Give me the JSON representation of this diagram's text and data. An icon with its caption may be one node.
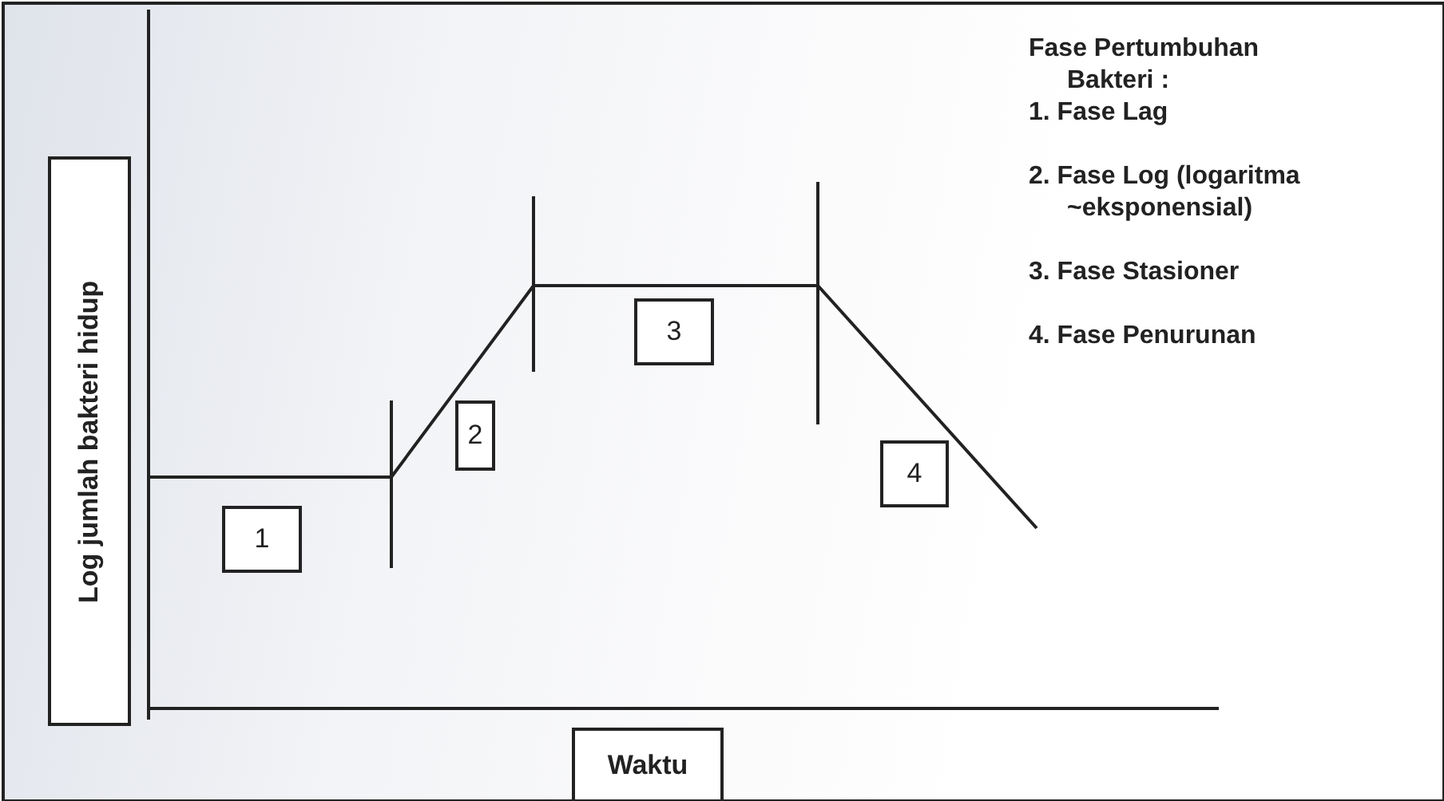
{
  "diagram": {
    "nodes": [
      {
        "text": [
          "Log jumlah bakteri hidup"
        ]
      },
      {
        "text": [
          "1"
        ]
      },
      {
        "text": [
          "2"
        ]
      },
      {
        "text": [
          "3"
        ]
      },
      {
        "text": [
          "4"
        ]
      },
      {
        "text": [
          "Waktu"
        ]
      }
    ],
    "edges": [],
    "labels": [
      "Fase Pertumbuhan Bakteri :",
      "1. Fase Lag",
      "2. Fase Log (logaritma ~eksponensial)",
      "3. Fase Stasioner",
      "4. Fase Penurunan"
    ]
  }
}
